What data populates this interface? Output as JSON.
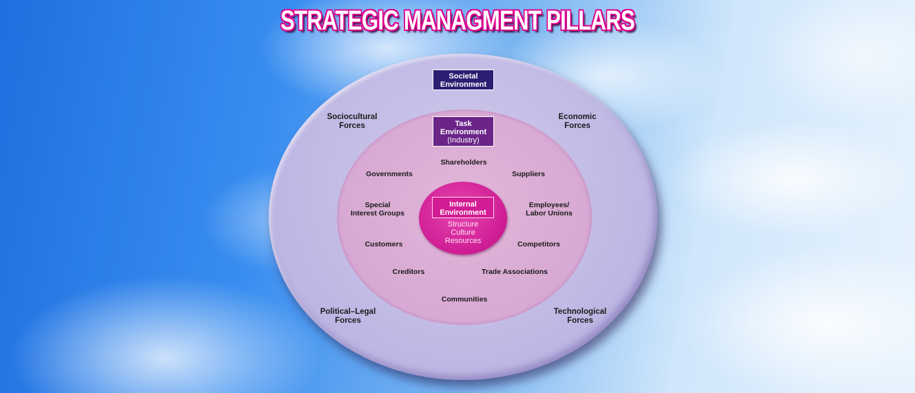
{
  "title": "STRATEGIC MANAGMENT PILLARS",
  "societal": {
    "box_line1": "Societal",
    "box_line2": "Environment",
    "forces": {
      "sociocultural": [
        "Sociocultural",
        "Forces"
      ],
      "economic": [
        "Economic",
        "Forces"
      ],
      "political_legal": [
        "Political–Legal",
        "Forces"
      ],
      "technological": [
        "Technological",
        "Forces"
      ]
    }
  },
  "task": {
    "box_line1": "Task",
    "box_line2": "Environment",
    "box_line3": "(Industry)",
    "stakeholders": {
      "shareholders": "Shareholders",
      "governments": "Governments",
      "suppliers": "Suppliers",
      "special_interest": [
        "Special",
        "Interest Groups"
      ],
      "employees": [
        "Employees/",
        "Labor Unions"
      ],
      "customers": "Customers",
      "competitors": "Competitors",
      "creditors": "Creditors",
      "trade_associations": "Trade Associations",
      "communities": "Communities"
    }
  },
  "internal": {
    "box_line1": "Internal",
    "box_line2": "Environment",
    "items": [
      "Structure",
      "Culture",
      "Resources"
    ]
  },
  "colors": {
    "title_outline": "#e0008f",
    "outer_ring": "#bdb6e3",
    "middle_ring": "#d7a9d3",
    "inner_core": "#d01f96",
    "societal_box": "#2a1f72",
    "task_box": "#6b2588"
  }
}
